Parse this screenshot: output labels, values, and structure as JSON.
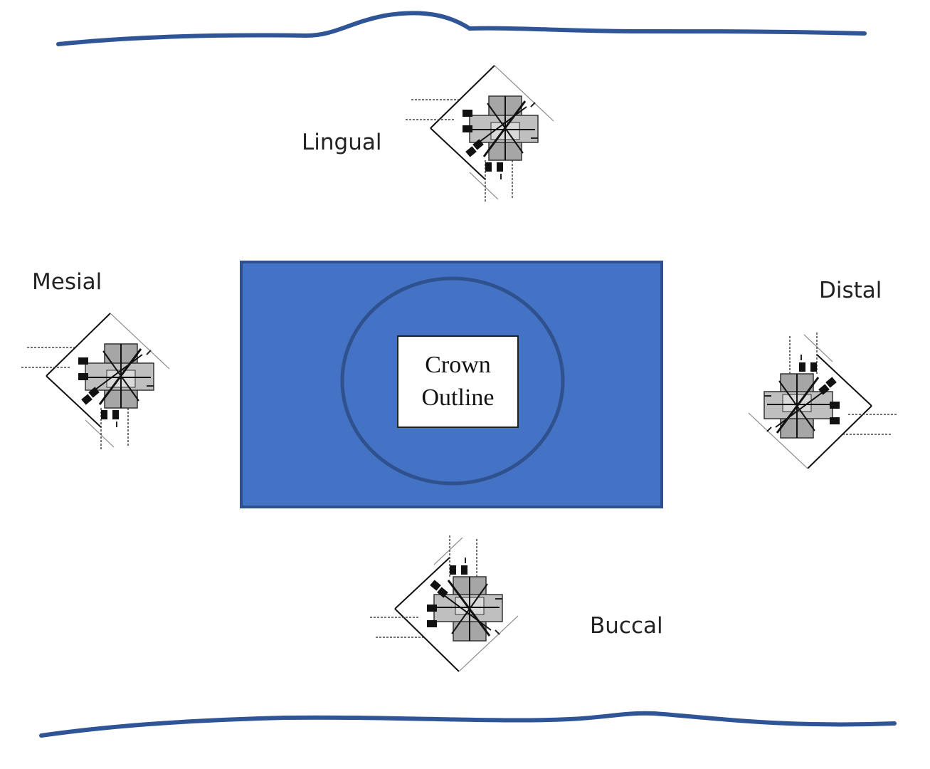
{
  "labels": {
    "lingual": "Lingual",
    "mesial": "Mesial",
    "distal": "Distal",
    "buccal": "Buccal"
  },
  "crown": {
    "line1": "Crown",
    "line2": "Outline"
  },
  "colors": {
    "block_fill": "#4472c4",
    "block_stroke": "#2f528f",
    "wavy_line": "#2f5597",
    "gauge_gray": "#a6a6a6",
    "ink": "#111111"
  }
}
